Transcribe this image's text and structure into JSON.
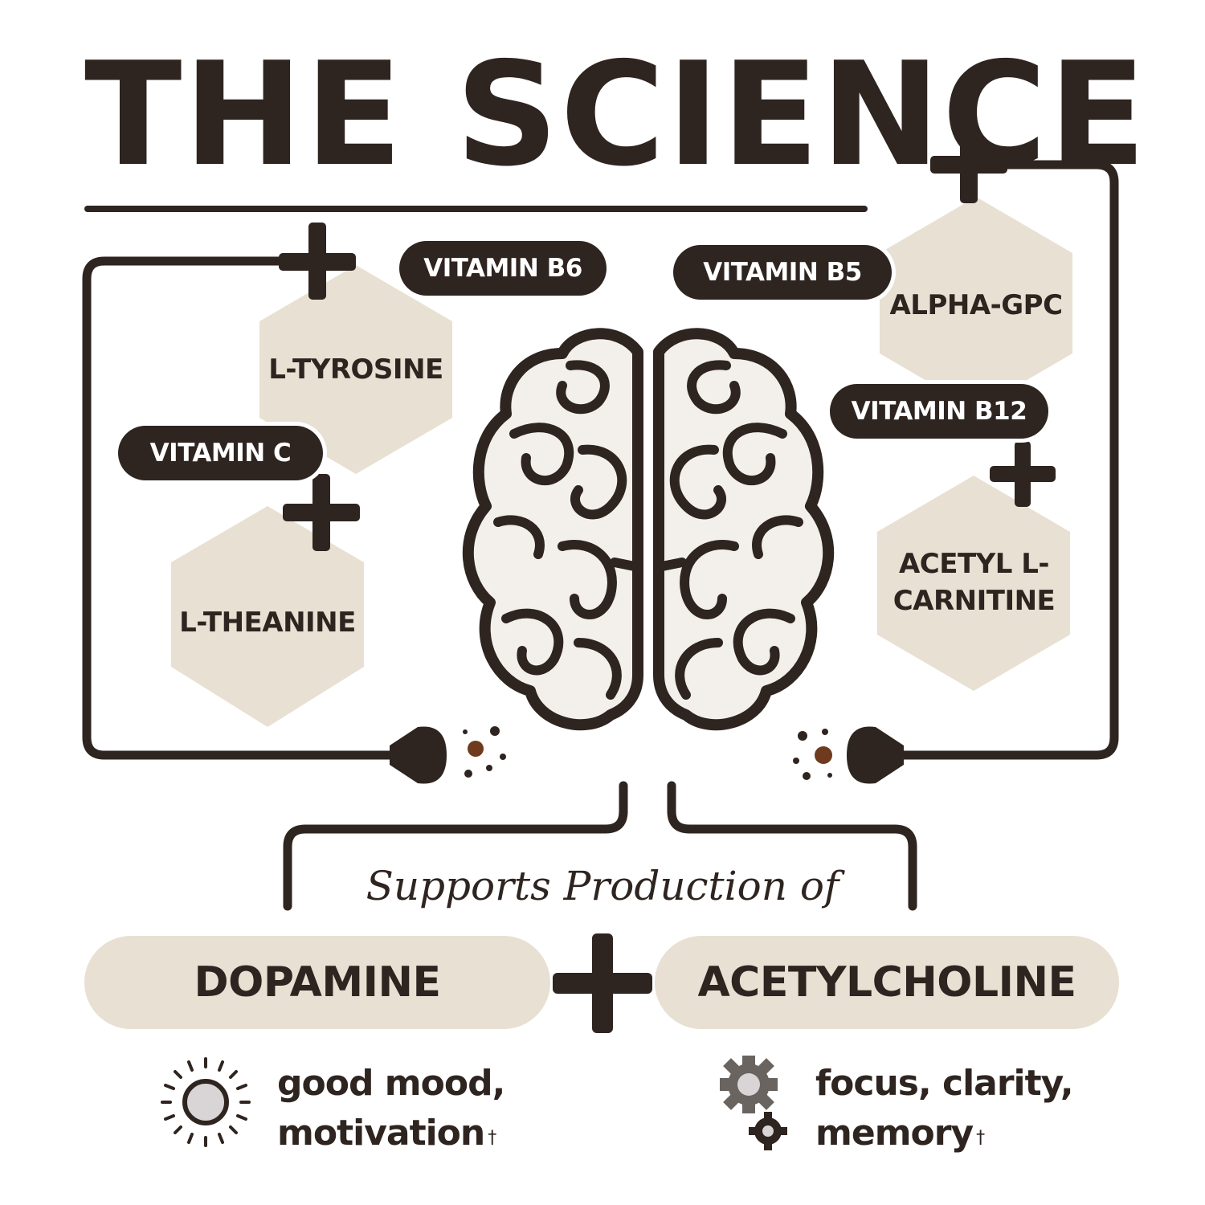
{
  "title": "THE SCIENCE",
  "ingredients": {
    "l_tyrosine": "L-TYROSINE",
    "l_theanine": "L-THEANINE",
    "alpha_gpc": "ALPHA-GPC",
    "acetyl_l_carnitine": "ACETYL L-CARNITINE"
  },
  "vitamins": {
    "b6": "VITAMIN B6",
    "b5": "VITAMIN B5",
    "c": "VITAMIN C",
    "b12": "VITAMIN B12"
  },
  "supports_text": "Supports Production of",
  "outputs": {
    "dopamine": "DOPAMINE",
    "acetylcholine": "ACETYLCHOLINE"
  },
  "benefits": {
    "dopamine": {
      "line1": "good mood,",
      "line2": "motivation",
      "mark": "†",
      "icon": "sun-icon"
    },
    "acetylcholine": {
      "line1": "focus, clarity,",
      "line2": "memory",
      "mark": "†",
      "icon": "gears-icon"
    }
  },
  "colors": {
    "dark": "#2e2420",
    "beige": "#e8e0d2",
    "brown_accent": "#6e3b1f"
  }
}
